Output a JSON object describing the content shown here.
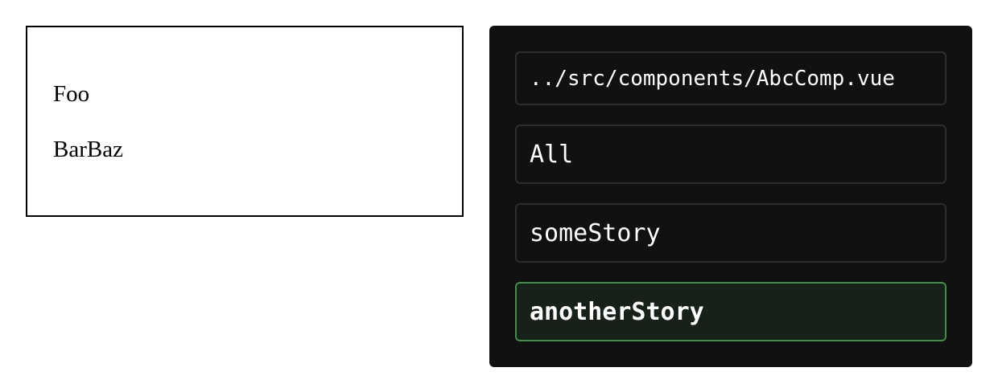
{
  "preview": {
    "lines": [
      "Foo",
      "BarBaz"
    ]
  },
  "story_panel": {
    "component_path": "../src/components/AbcComp.vue",
    "stories": [
      {
        "label": "All",
        "selected": false
      },
      {
        "label": "someStory",
        "selected": false
      },
      {
        "label": "anotherStory",
        "selected": true
      }
    ]
  },
  "colors": {
    "panel_background": "#111111",
    "item_border": "#2e2e2e",
    "selected_border": "#3f8f48",
    "selected_background": "#172019",
    "text_light": "#ffffff"
  }
}
